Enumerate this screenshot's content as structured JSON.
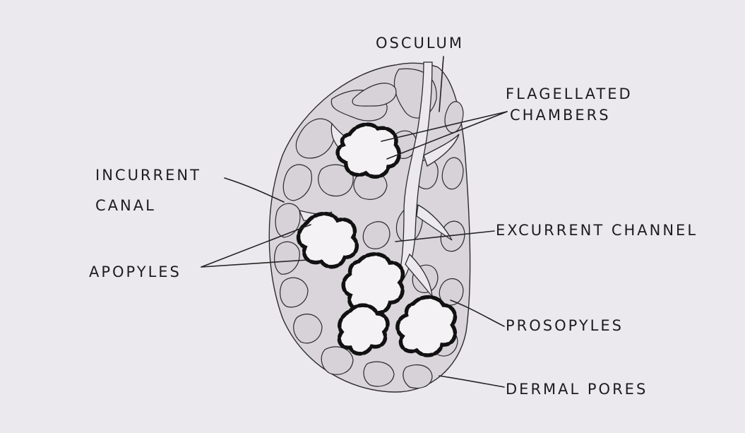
{
  "diagram": {
    "labels": {
      "osculum": "OSCULUM",
      "flagellated_line1": "FLAGELLATED",
      "flagellated_line2": "CHAMBERS",
      "incurrent_line1": "INCURRENT",
      "incurrent_line2": "CANAL",
      "excurrent": "EXCURRENT CHANNEL",
      "apopyles": "APOPYLES",
      "prosopyles": "PROSOPYLES",
      "dermal_pores": "DERMAL PORES"
    },
    "colors": {
      "paper": "#ece9ee",
      "ink": "#1c1c22",
      "tissue": "#d6d2d7"
    }
  }
}
